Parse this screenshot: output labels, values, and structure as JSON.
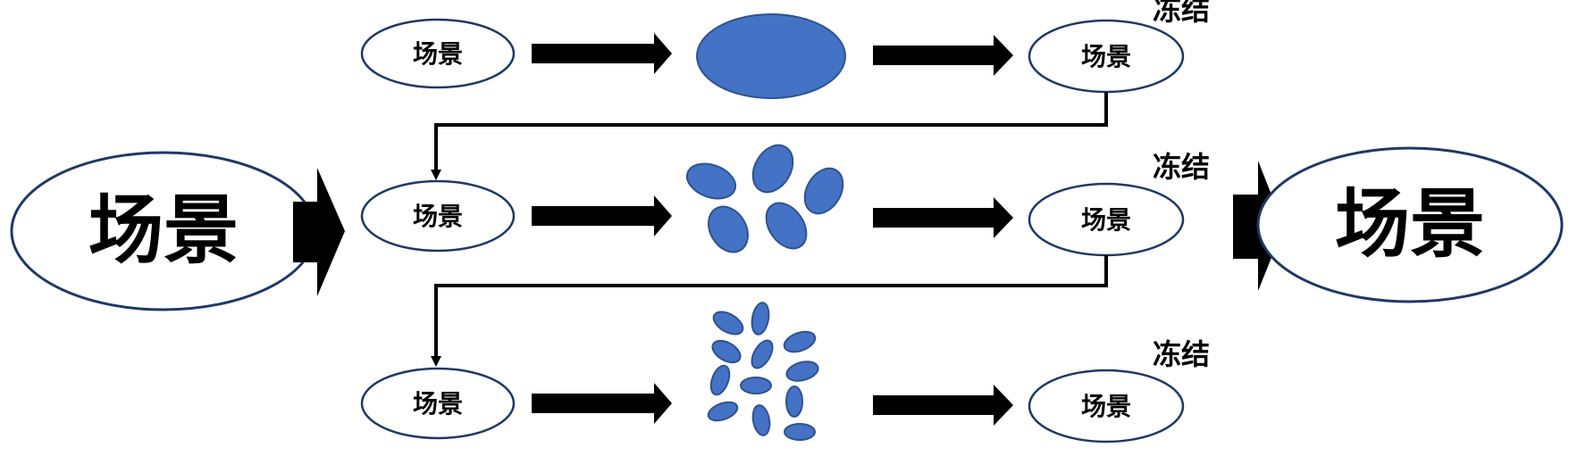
{
  "labels": {
    "scene": "场景",
    "freeze": "冻结"
  },
  "left_node": {
    "label": "场景"
  },
  "right_node": {
    "label": "场景"
  },
  "rows": [
    {
      "start_label": "场景",
      "end_label": "场景",
      "freeze_label": "冻结",
      "fragments": "single-blob"
    },
    {
      "start_label": "场景",
      "end_label": "场景",
      "freeze_label": "冻结",
      "fragments": "five-pieces"
    },
    {
      "start_label": "场景",
      "end_label": "场景",
      "freeze_label": "冻结",
      "fragments": "many-pieces"
    }
  ],
  "colors": {
    "fragment_fill": "#4472C4",
    "fragment_stroke": "#2F528F",
    "ellipse_stroke": "#1F3864",
    "arrow": "#000000"
  }
}
